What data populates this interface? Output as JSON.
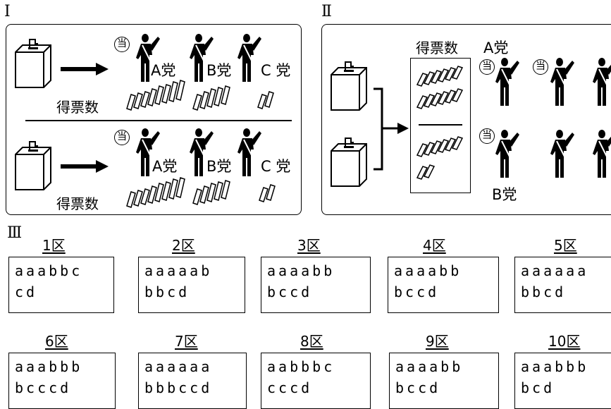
{
  "sections": {
    "s1": "I",
    "s2": "Ⅱ",
    "s3": "Ⅲ"
  },
  "panel1": {
    "top": {
      "votes_label": "得票数",
      "party_a": "A党",
      "party_b": "B党",
      "party_c": "C 党",
      "winner": "当"
    },
    "bottom": {
      "votes_label": "得票数",
      "party_a": "A党",
      "party_b": "B党",
      "party_c": "C 党",
      "winner": "当"
    }
  },
  "panel2": {
    "votes_label": "得票数",
    "party_a": "A党",
    "party_b": "B党",
    "winner_top_1": "当",
    "winner_top_2": "当",
    "winner_bottom": "当"
  },
  "districts": [
    {
      "name": "1区",
      "line1": "aaabbc",
      "line2": "cd"
    },
    {
      "name": "2区",
      "line1": "aaaaab",
      "line2": "bbcd"
    },
    {
      "name": "3区",
      "line1": "aaaabb",
      "line2": "bccd"
    },
    {
      "name": "4区",
      "line1": "aaaabb",
      "line2": "bccd"
    },
    {
      "name": "5区",
      "line1": "aaaaaa",
      "line2": "bbcd"
    },
    {
      "name": "6区",
      "line1": "aaabbb",
      "line2": "bcccd"
    },
    {
      "name": "7区",
      "line1": "aaaaaa",
      "line2": "bbbccd"
    },
    {
      "name": "8区",
      "line1": "aabbbc",
      "line2": "cccd"
    },
    {
      "name": "9区",
      "line1": "aaaabb",
      "line2": "bccd"
    },
    {
      "name": "10区",
      "line1": "aaabbb",
      "line2": "bcd"
    }
  ]
}
